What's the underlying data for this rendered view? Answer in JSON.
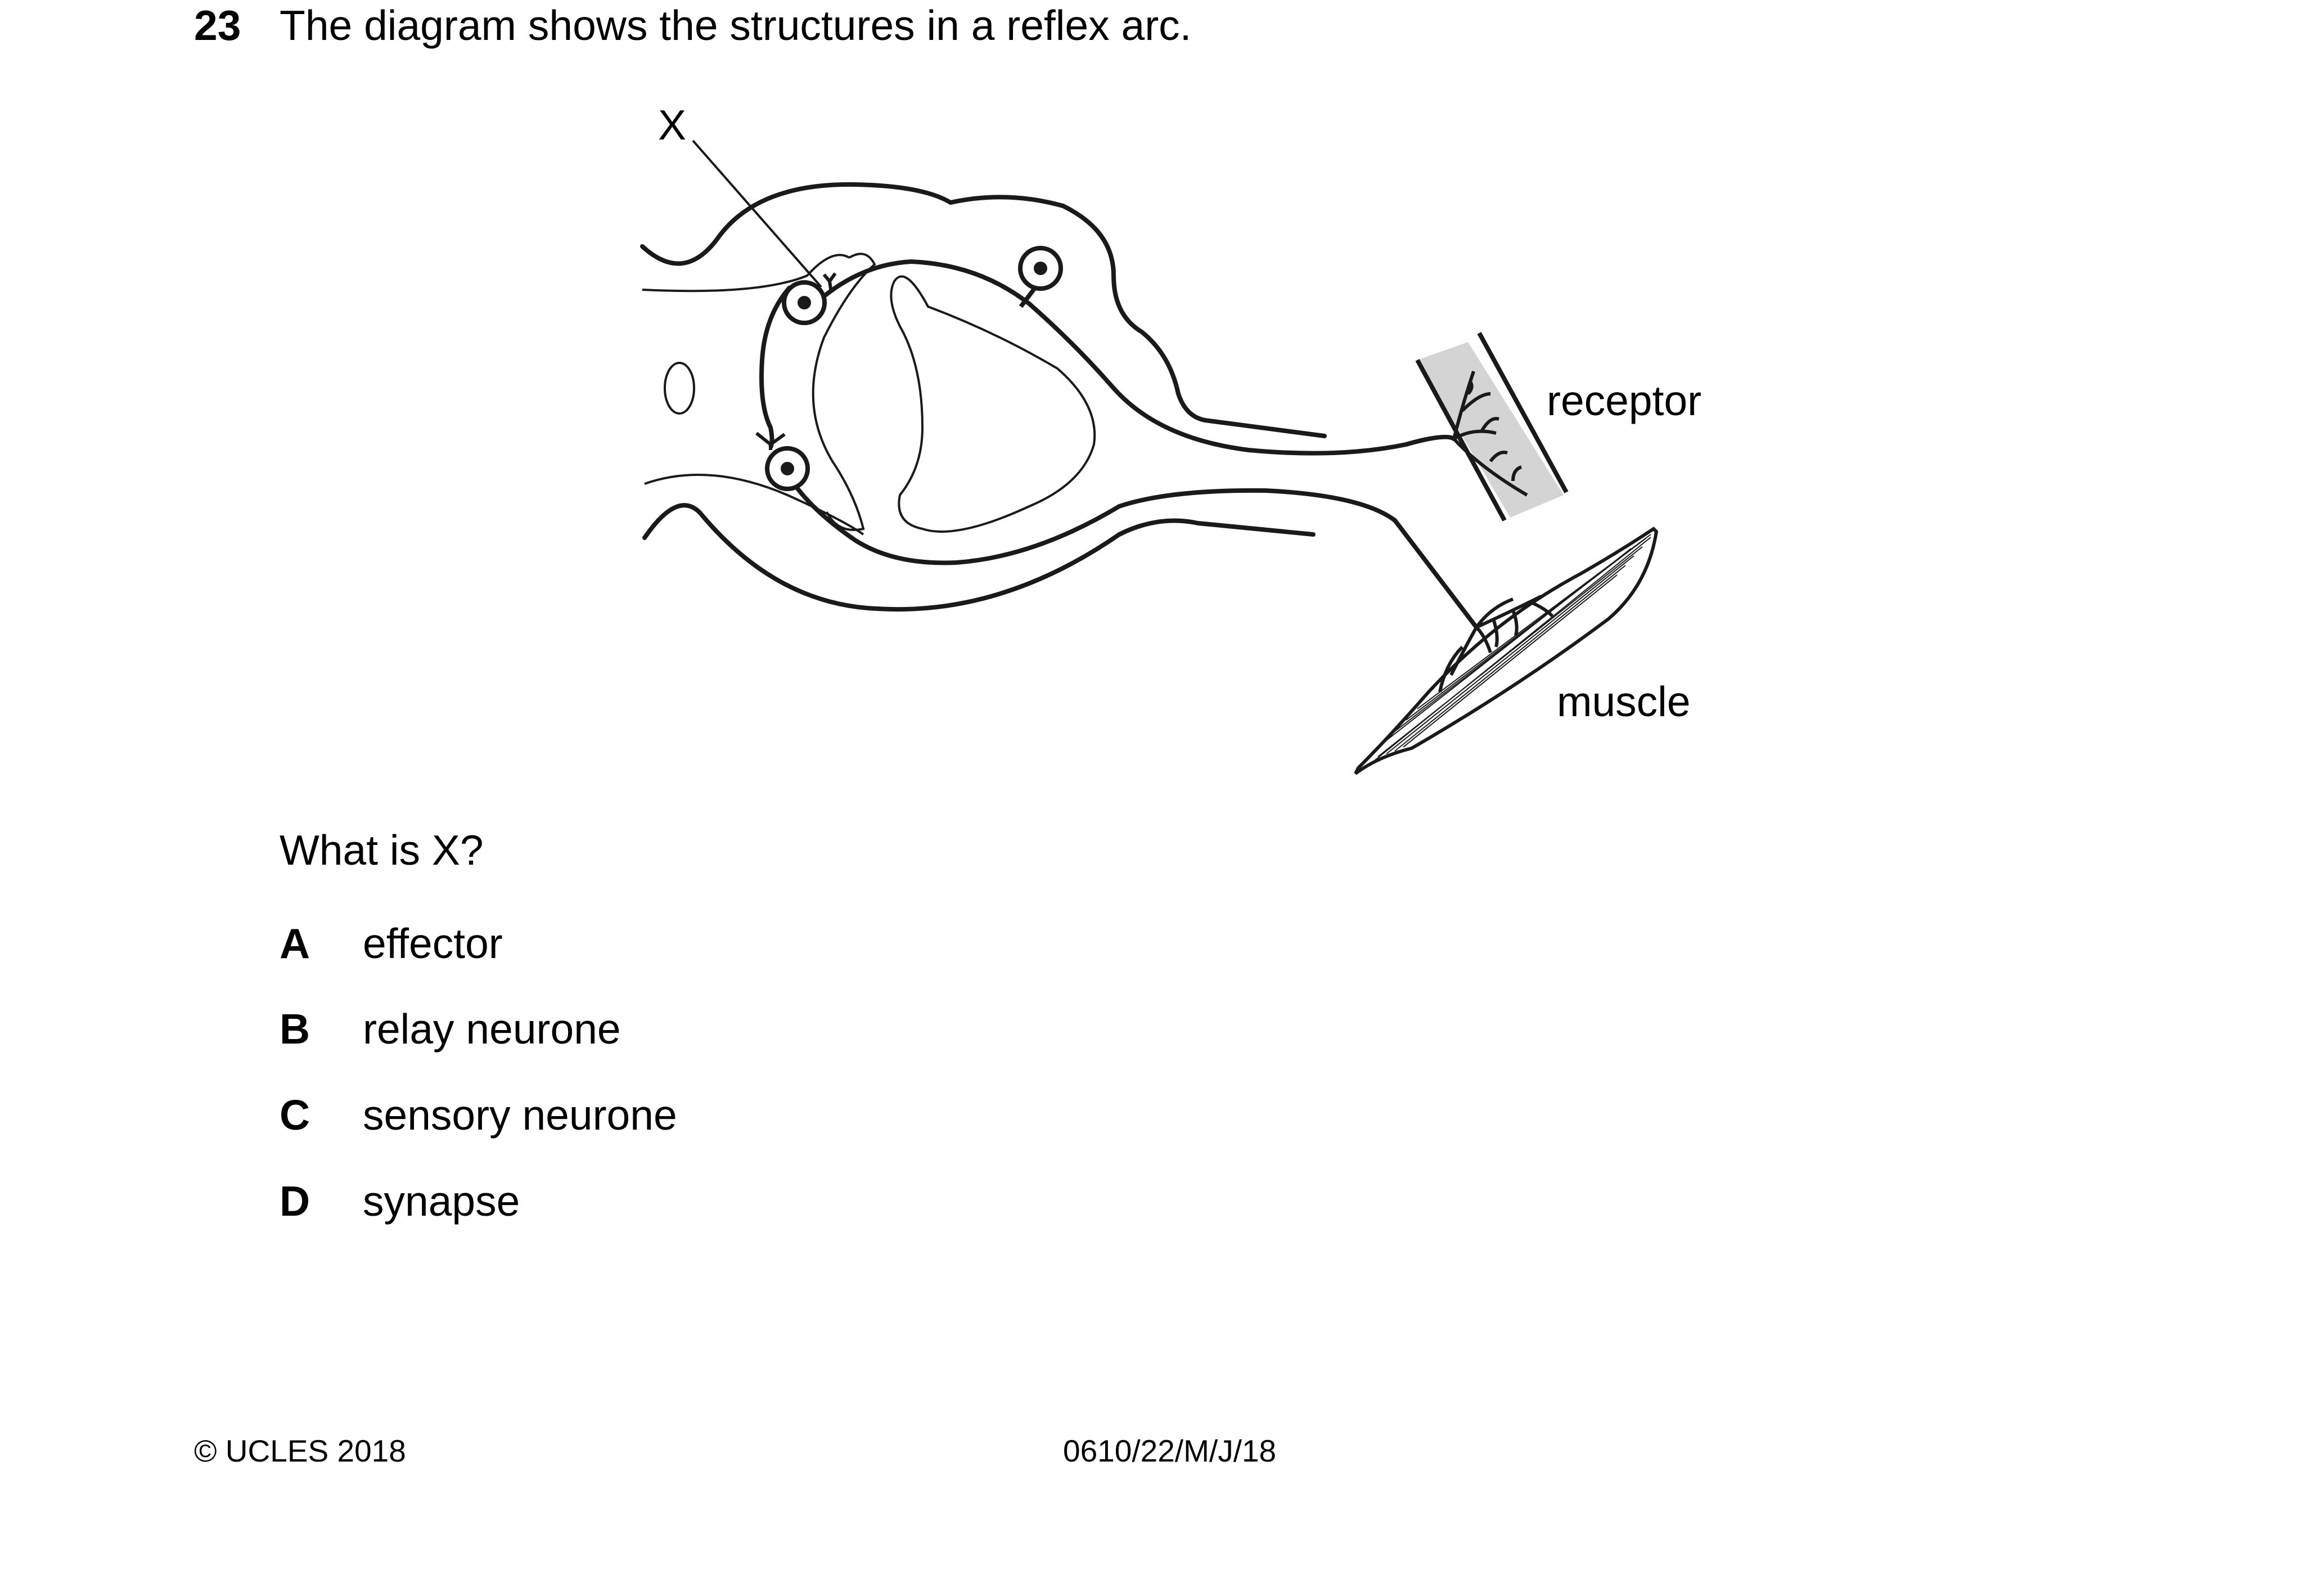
{
  "question": {
    "number": "23",
    "stem": "The diagram shows the structures in a reflex arc.",
    "prompt": "What is X?"
  },
  "diagram": {
    "labels": {
      "x": "X",
      "receptor": "receptor",
      "muscle": "muscle"
    },
    "colors": {
      "receptor_fill": "#d4d4d4",
      "ink": "#1a1a1a"
    }
  },
  "options": [
    {
      "letter": "A",
      "text": "effector"
    },
    {
      "letter": "B",
      "text": "relay neurone"
    },
    {
      "letter": "C",
      "text": "sensory neurone"
    },
    {
      "letter": "D",
      "text": "synapse"
    }
  ],
  "footer": {
    "copyright": "© UCLES 2018",
    "code": "0610/22/M/J/18"
  }
}
